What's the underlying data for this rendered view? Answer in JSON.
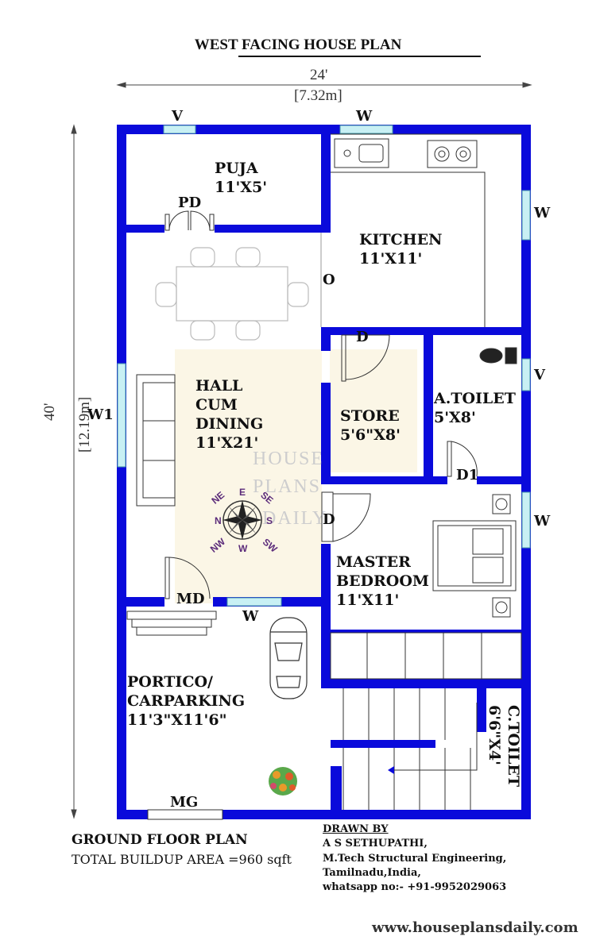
{
  "title": "WEST FACING HOUSE PLAN",
  "dimensions": {
    "width_ft": "24'",
    "width_m": "[7.32m]",
    "depth_ft": "40'",
    "depth_m": "[12.19m]"
  },
  "rooms": {
    "puja": {
      "name": "PUJA",
      "size": "11'X5'"
    },
    "kitchen": {
      "name": "KITCHEN",
      "size": "11'X11'"
    },
    "hall": {
      "line1": "HALL",
      "line2": "CUM",
      "line3": "DINING",
      "size": "11'X21'"
    },
    "store": {
      "name": "STORE",
      "size": "5'6\"X8'"
    },
    "atoilet": {
      "name": "A.TOILET",
      "size": "5'X8'"
    },
    "master": {
      "line1": "MASTER",
      "line2": "BEDROOM",
      "size": "11'X11'"
    },
    "portico": {
      "line1": "PORTICO/",
      "line2": "CARPARKING",
      "size": "11'3\"X11'6\""
    },
    "ctoilet": {
      "name": "C.TOILET",
      "size": "6'6\"X4'"
    }
  },
  "openings": {
    "v_top": "V",
    "w_top": "W",
    "w_kitchen": "W",
    "pd": "PD",
    "o": "O",
    "d_store": "D",
    "v_toilet": "V",
    "w1": "W1",
    "d1": "D1",
    "d_master": "D",
    "w_master": "W",
    "md": "MD",
    "w_hall": "W",
    "mg": "MG"
  },
  "compass": {
    "n": "N",
    "ne": "NE",
    "e": "E",
    "se": "SE",
    "s": "S",
    "sw": "SW",
    "w": "W",
    "nw": "NW"
  },
  "watermark": {
    "line1": "HOUSE",
    "line2": "PLANS",
    "line3": "DAILY"
  },
  "footer": {
    "plan_name": "GROUND FLOOR PLAN",
    "area": "TOTAL BUILDUP AREA =960 sqft",
    "drawn_by": "DRAWN BY",
    "author": "A S SETHUPATHI,",
    "qualification": "M.Tech Structural Engineering,",
    "location": "Tamilnadu,India,",
    "contact": "whatsapp no:- +91-9952029063",
    "website": "www.houseplansdaily.com"
  },
  "colors": {
    "wall": "#0a0adb",
    "window": "#c8f0f4",
    "hall_tint": "#fbf6e6",
    "compass": "#5b2b7a"
  }
}
